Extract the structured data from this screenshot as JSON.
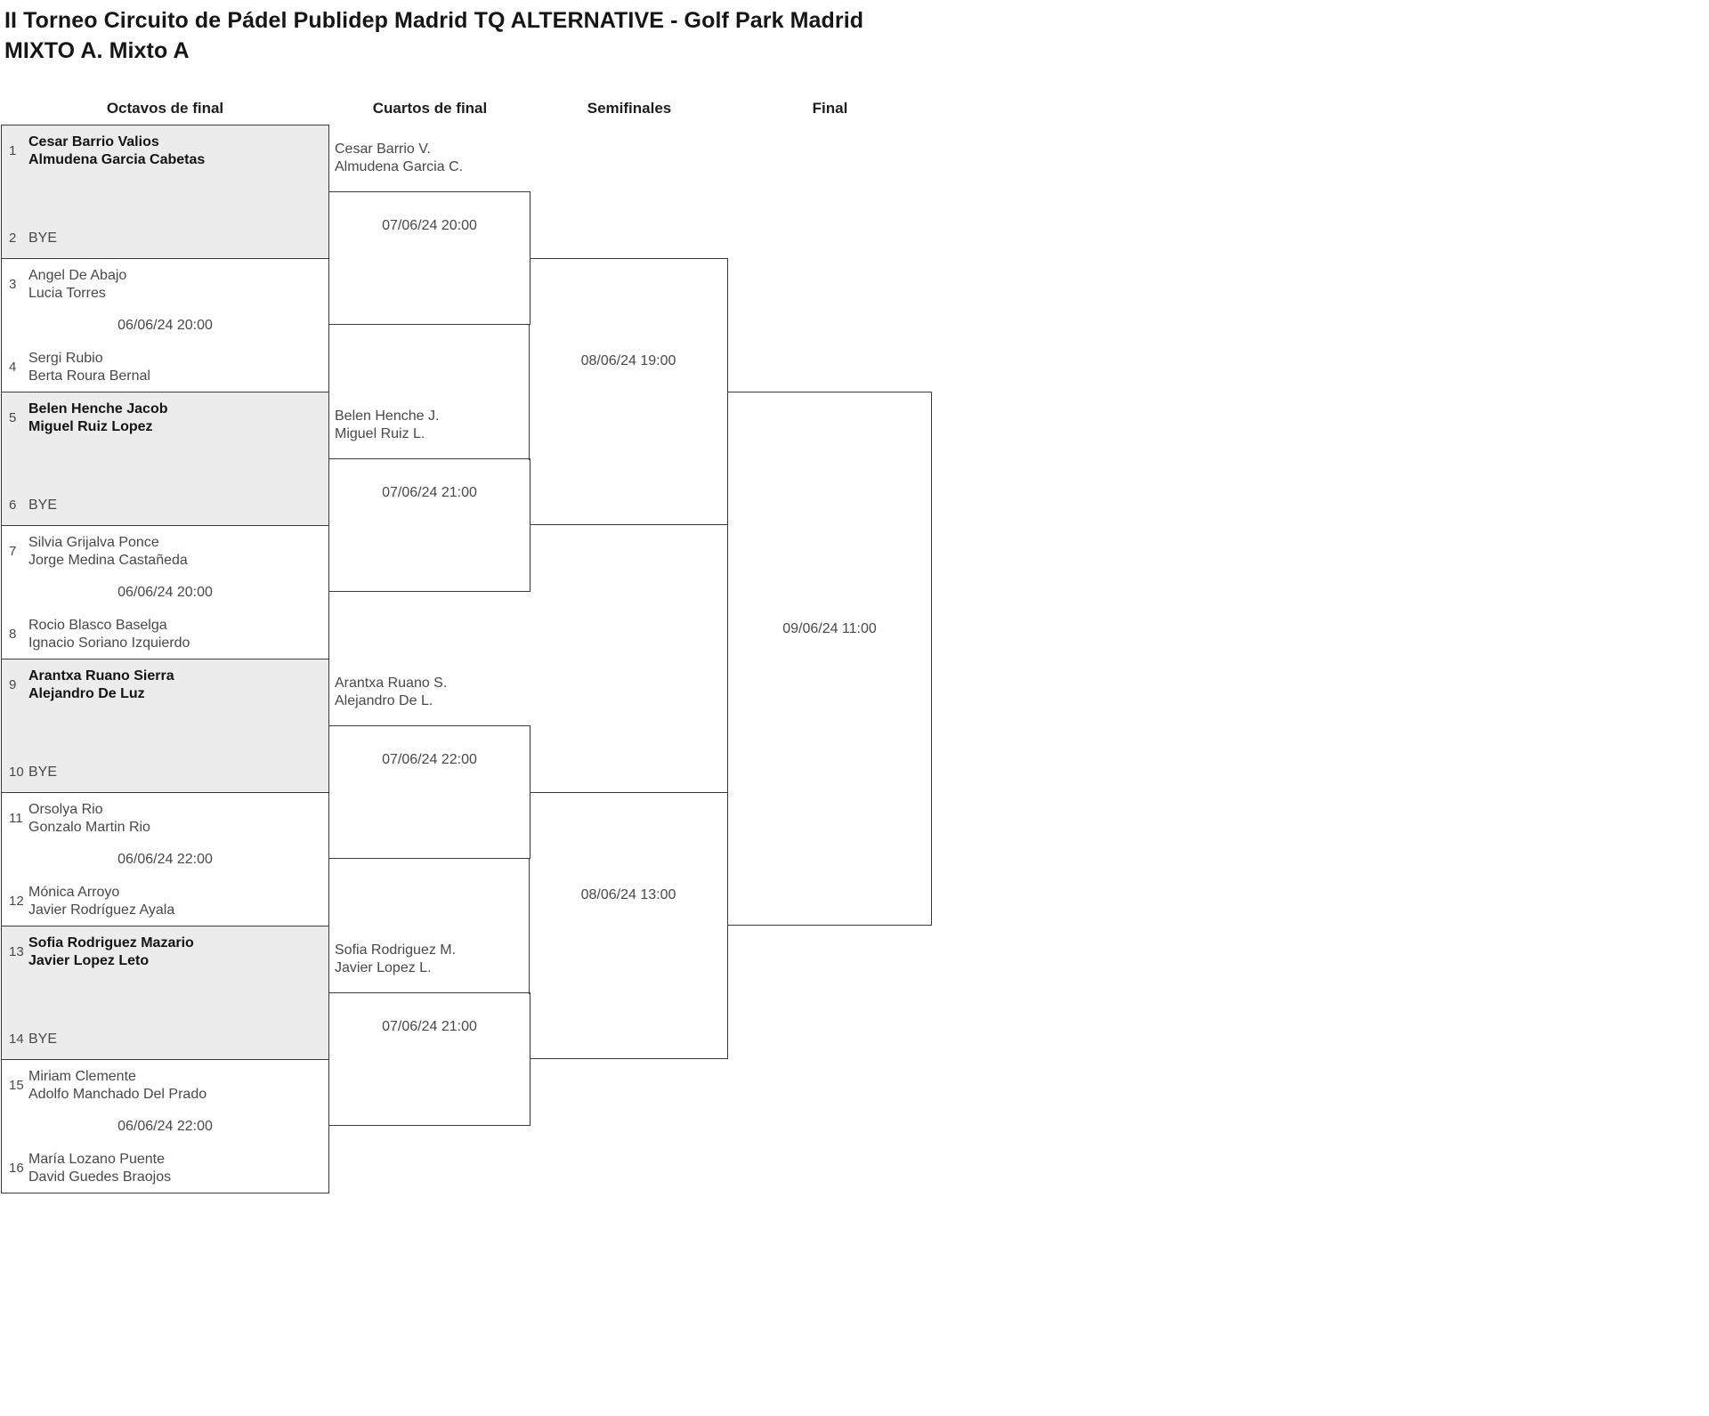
{
  "title": {
    "line1": "II Torneo Circuito de Pádel Publidep Madrid TQ ALTERNATIVE - Golf Park Madrid",
    "line2": "MIXTO A. Mixto A"
  },
  "round_labels": {
    "r16": "Octavos de final",
    "qf": "Cuartos de final",
    "sf": "Semifinales",
    "final": "Final"
  },
  "colors": {
    "shaded_box": "#ececec",
    "border": "#3a3a3a",
    "bold_text": "#141414",
    "regular_text": "#484848"
  },
  "r16_matches": [
    {
      "seed_top": "1",
      "top_line1": "Cesar Barrio Valios",
      "top_line2": "Almudena Garcia Cabetas",
      "seed_bottom": "2",
      "bottom_line1": "BYE",
      "bottom_line2": "",
      "datetime": ""
    },
    {
      "seed_top": "3",
      "top_line1": "Angel De Abajo",
      "top_line2": "Lucia Torres",
      "seed_bottom": "4",
      "bottom_line1": "Sergi Rubio",
      "bottom_line2": "Berta Roura Bernal",
      "datetime": "06/06/24 20:00"
    },
    {
      "seed_top": "5",
      "top_line1": "Belen Henche Jacob",
      "top_line2": "Miguel Ruiz Lopez",
      "seed_bottom": "6",
      "bottom_line1": "BYE",
      "bottom_line2": "",
      "datetime": ""
    },
    {
      "seed_top": "7",
      "top_line1": "Silvia Grijalva Ponce",
      "top_line2": "Jorge Medina Castañeda",
      "seed_bottom": "8",
      "bottom_line1": "Rocio Blasco Baselga",
      "bottom_line2": "Ignacio Soriano Izquierdo",
      "datetime": "06/06/24 20:00"
    },
    {
      "seed_top": "9",
      "top_line1": "Arantxa Ruano Sierra",
      "top_line2": "Alejandro De Luz",
      "seed_bottom": "10",
      "bottom_line1": "BYE",
      "bottom_line2": "",
      "datetime": ""
    },
    {
      "seed_top": "11",
      "top_line1": "Orsolya Rio",
      "top_line2": "Gonzalo Martin Rio",
      "seed_bottom": "12",
      "bottom_line1": "Mónica Arroyo",
      "bottom_line2": "Javier Rodríguez Ayala",
      "datetime": "06/06/24 22:00"
    },
    {
      "seed_top": "13",
      "top_line1": "Sofia Rodriguez Mazario",
      "top_line2": "Javier Lopez Leto",
      "seed_bottom": "14",
      "bottom_line1": "BYE",
      "bottom_line2": "",
      "datetime": ""
    },
    {
      "seed_top": "15",
      "top_line1": "Miriam Clemente",
      "top_line2": "Adolfo Manchado Del Prado",
      "seed_bottom": "16",
      "bottom_line1": "María Lozano Puente",
      "bottom_line2": "David Guedes Braojos",
      "datetime": "06/06/24 22:00"
    }
  ],
  "qf_matches": [
    {
      "advancer_line1": "Cesar Barrio V.",
      "advancer_line2": "Almudena Garcia C.",
      "datetime": "07/06/24 20:00"
    },
    {
      "advancer_line1": "Belen Henche J.",
      "advancer_line2": "Miguel Ruiz L.",
      "datetime": "07/06/24 21:00"
    },
    {
      "advancer_line1": "Arantxa Ruano S.",
      "advancer_line2": "Alejandro De L.",
      "datetime": "07/06/24 22:00"
    },
    {
      "advancer_line1": "Sofia Rodriguez M.",
      "advancer_line2": "Javier Lopez L.",
      "datetime": "07/06/24 21:00"
    }
  ],
  "sf_matches": [
    {
      "datetime": "08/06/24 19:00"
    },
    {
      "datetime": "08/06/24 13:00"
    }
  ],
  "final_match": {
    "datetime": "09/06/24 11:00"
  }
}
